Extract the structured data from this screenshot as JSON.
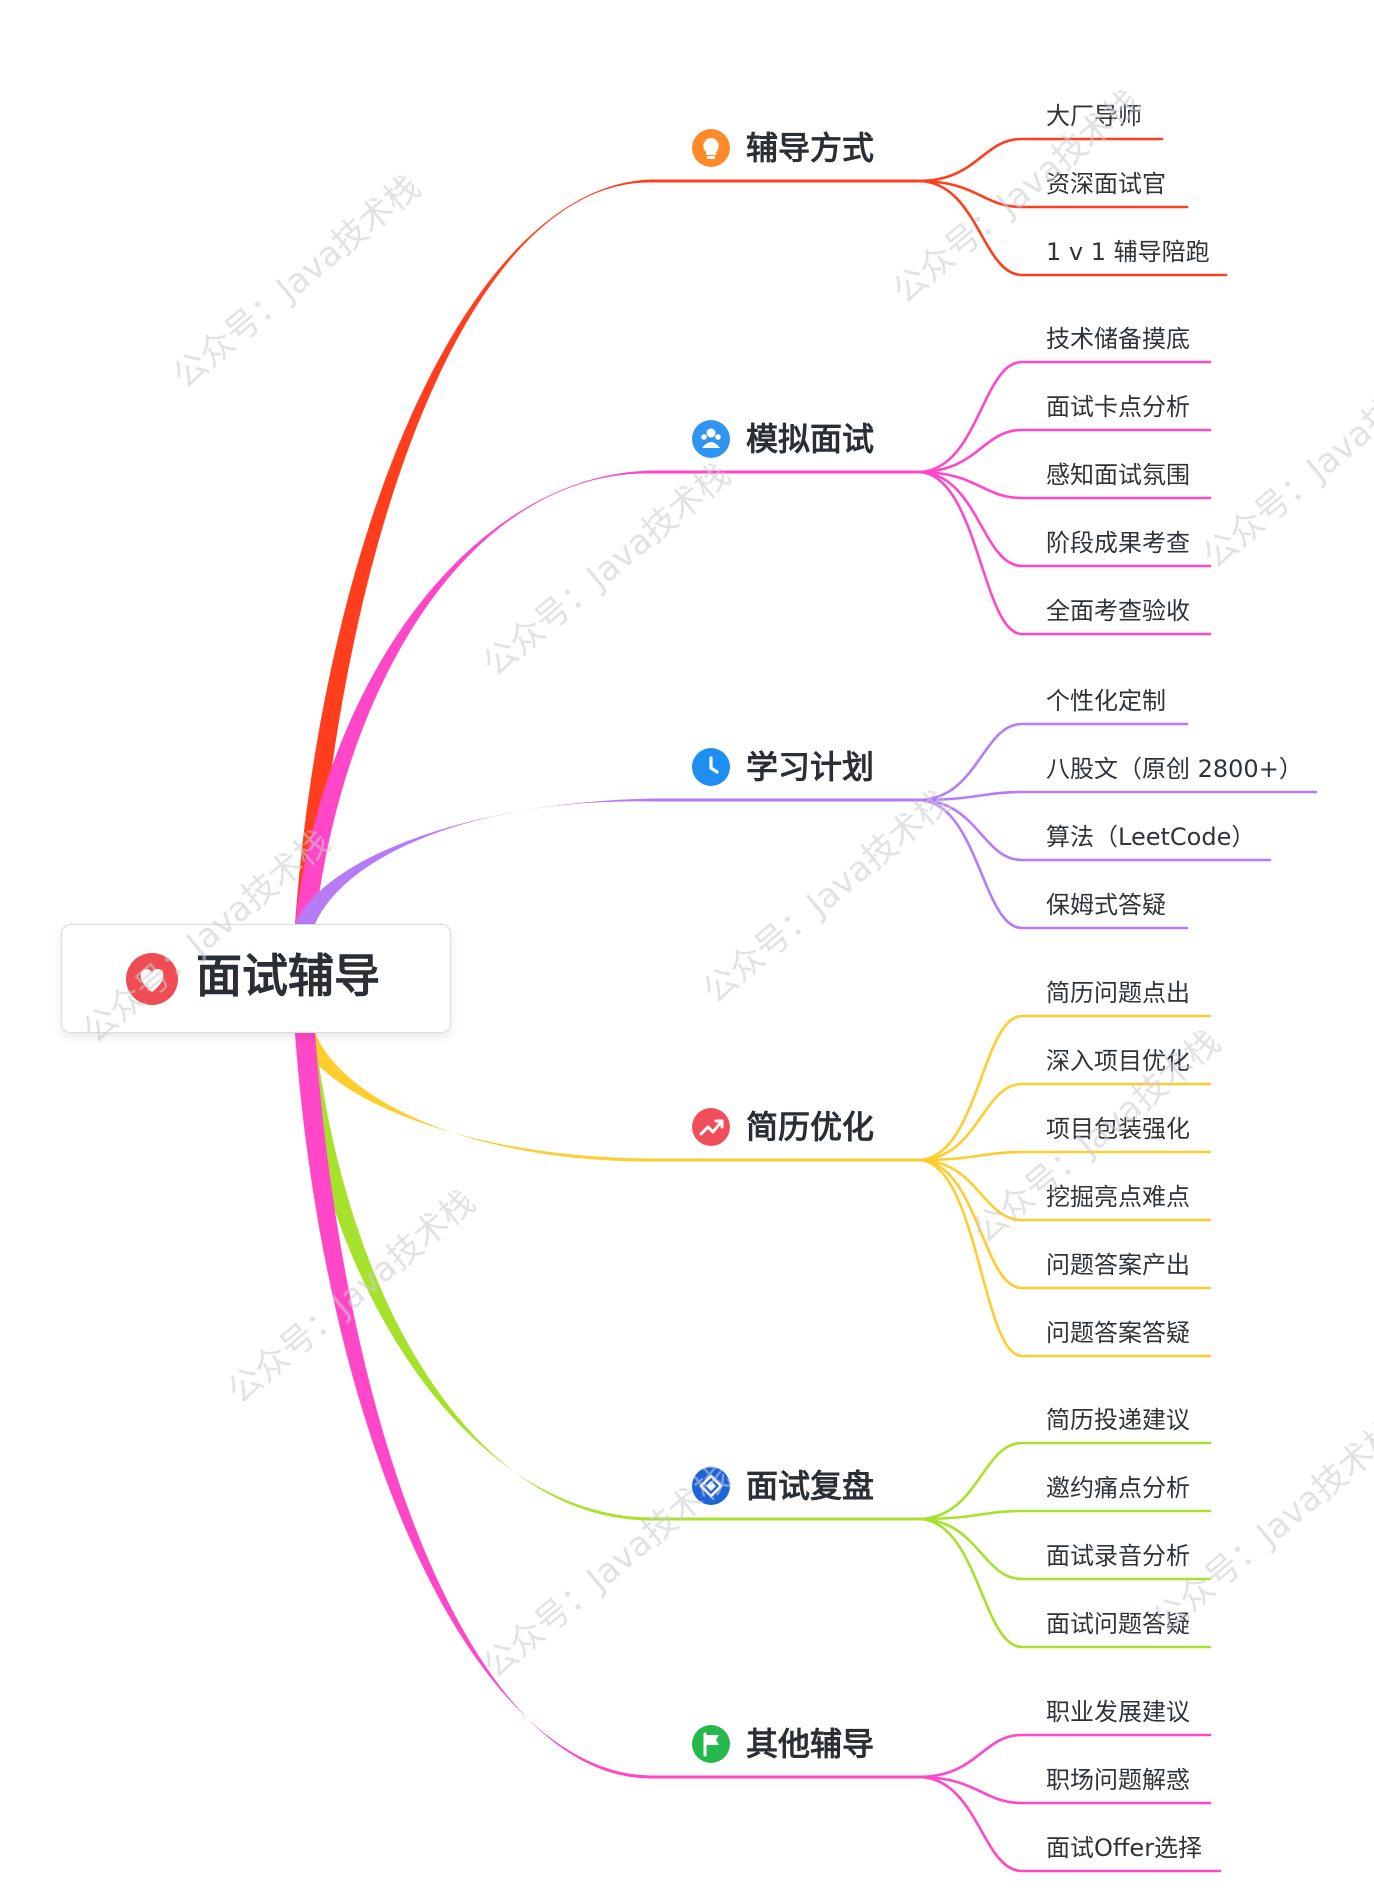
{
  "root": {
    "label": "面试辅导",
    "color": "#ef4c53",
    "icon": "heart-icon"
  },
  "watermark": {
    "text": "公众号：Java技术栈"
  },
  "branches": [
    {
      "label": "辅导方式",
      "color": "#ff3e1d",
      "icon": "lightbulb-icon",
      "icon_color": "#ff8a2a",
      "children": [
        "大厂导师",
        "资深面试官",
        "1 v 1 辅导陪跑"
      ]
    },
    {
      "label": "模拟面试",
      "color": "#ff47c7",
      "icon": "people-icon",
      "icon_color": "#2f95f0",
      "children": [
        "技术储备摸底",
        "面试卡点分析",
        "感知面试氛围",
        "阶段成果考查",
        "全面考查验收"
      ]
    },
    {
      "label": "学习计划",
      "color": "#b67cf7",
      "icon": "clock-icon",
      "icon_color": "#1e8ef0",
      "children": [
        "个性化定制",
        "八股文（原创 2800+）",
        "算法（LeetCode）",
        "保姆式答疑"
      ]
    },
    {
      "label": "简历优化",
      "color": "#ffcd2e",
      "icon": "trend-up-icon",
      "icon_color": "#f24d5b",
      "children": [
        "简历问题点出",
        "深入项目优化",
        "项目包装强化",
        "挖掘亮点难点",
        "问题答案产出",
        "问题答案答疑"
      ]
    },
    {
      "label": "面试复盘",
      "color": "#a6e22b",
      "icon": "handshake-icon",
      "icon_color": "#1f63d8",
      "children": [
        "简历投递建议",
        "邀约痛点分析",
        "面试录音分析",
        "面试问题答疑"
      ]
    },
    {
      "label": "其他辅导",
      "color": "#ff47c7",
      "icon": "flag-icon",
      "icon_color": "#26b84a",
      "children": [
        "职业发展建议",
        "职场问题解惑",
        "面试Offer选择"
      ]
    }
  ]
}
